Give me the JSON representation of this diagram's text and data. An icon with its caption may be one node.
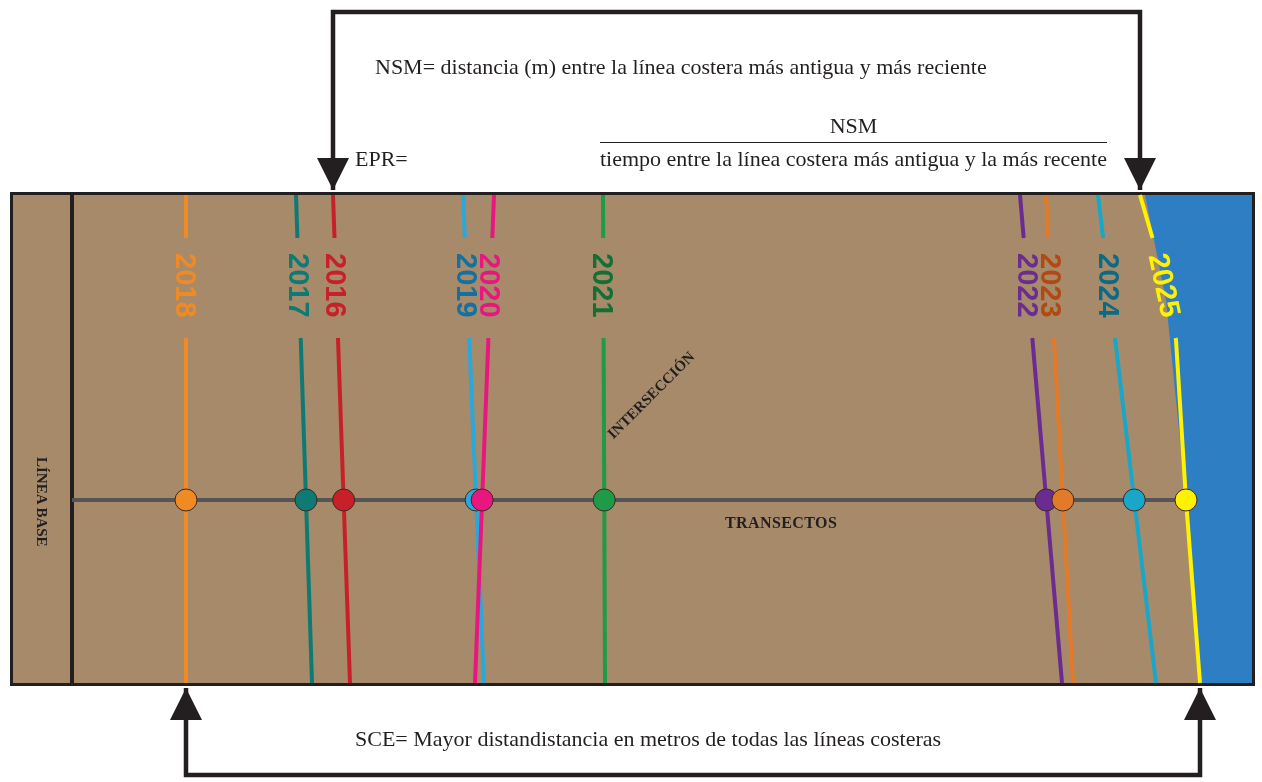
{
  "diagram": {
    "nodes": [
      {
        "text": [],
        "shape": "box"
      },
      {
        "text": [
          "2018"
        ],
        "in": 0
      },
      {
        "text": [
          "2017"
        ],
        "in": 0
      },
      {
        "text": [
          "2016"
        ],
        "in": 0
      },
      {
        "text": [
          "2019"
        ],
        "in": 0
      },
      {
        "text": [
          "2020"
        ],
        "in": 0
      },
      {
        "text": [
          "2021"
        ],
        "in": 0
      },
      {
        "text": [
          "2022"
        ],
        "in": 0
      },
      {
        "text": [
          "2023"
        ],
        "in": 0
      },
      {
        "text": [
          "2024"
        ],
        "in": 0
      },
      {
        "text": [
          "2025"
        ],
        "in": 0
      }
    ],
    "edges": [
      {
        "from": 3,
        "to": 10,
        "arrow": "both"
      },
      {
        "from": 1,
        "to": 10,
        "arrow": "both"
      }
    ],
    "labels": [
      "NSM= distancia (m) entre la línea costera más antigua y más reciente",
      "EPR=",
      "NSM",
      "tiempo entre la línea costera más antigua y la más recente",
      "LÍNEA BASE",
      "INTERSECCIÓN",
      "TRANSECTOS",
      "SCE= Mayor distandistancia en metros de todas las líneas costeras"
    ]
  }
}
